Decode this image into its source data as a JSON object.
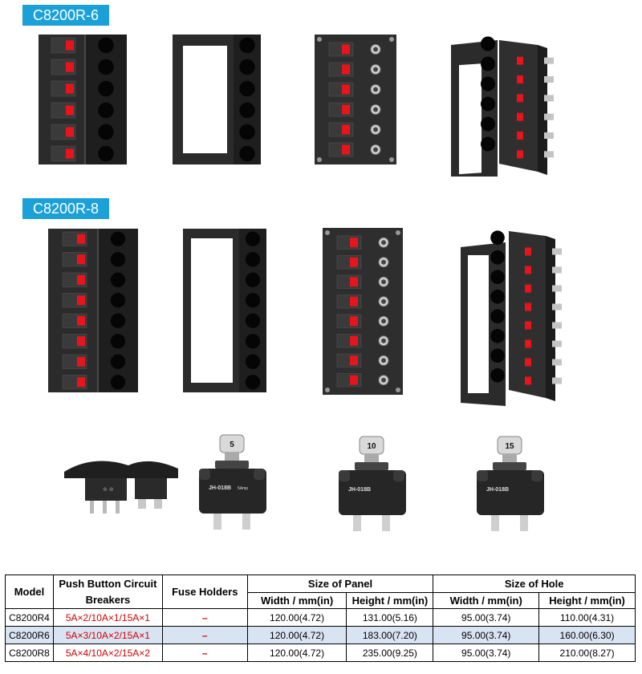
{
  "sections": [
    {
      "label": "C8200R-6"
    },
    {
      "label": "C8200R-8"
    }
  ],
  "breakers": [
    {
      "rating": "5"
    },
    {
      "rating": "10"
    },
    {
      "rating": "15"
    }
  ],
  "breaker_text": {
    "model": "JH-018B",
    "amp": "5Amp"
  },
  "table": {
    "headers": {
      "model": "Model",
      "push_button": "Push Button Circuit Breakers",
      "fuse_holders": "Fuse Holders",
      "size_of_panel": "Size of Panel",
      "size_of_hole": "Size of Hole",
      "width": "Width / mm(in)",
      "height": "Height / mm(in)"
    },
    "rows": [
      {
        "model": "C8200R4",
        "breakers": "5A×2/10A×1/15A×1",
        "fuse": "–",
        "panel_width": "120.00(4.72)",
        "panel_height": "131.00(5.16)",
        "hole_width": "95.00(3.74)",
        "hole_height": "110.00(4.31)"
      },
      {
        "model": "C8200R6",
        "breakers": "5A×3/10A×2/15A×1",
        "fuse": "–",
        "panel_width": "120.00(4.72)",
        "panel_height": "183.00(7.20)",
        "hole_width": "95.00(3.74)",
        "hole_height": "160.00(6.30)"
      },
      {
        "model": "C8200R8",
        "breakers": "5A×4/10A×2/15A×2",
        "fuse": "–",
        "panel_width": "120.00(4.72)",
        "panel_height": "235.00(9.25)",
        "hole_width": "95.00(3.74)",
        "hole_height": "210.00(8.27)"
      }
    ]
  },
  "colors": {
    "label_bg": "#1ba1d8",
    "switch_red": "#e8141c",
    "panel": "#2b2b2b",
    "highlight_row": "#d9e4f3",
    "text_red": "#d10000"
  }
}
